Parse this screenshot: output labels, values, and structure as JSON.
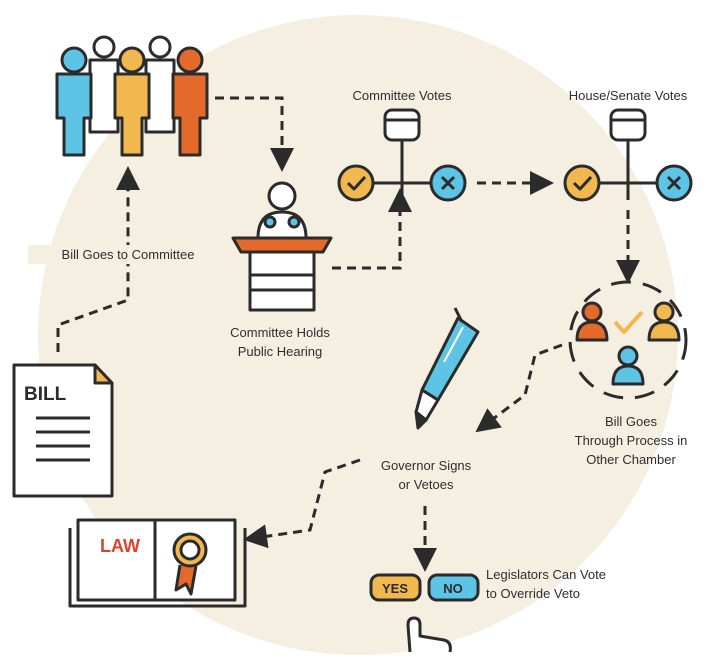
{
  "colors": {
    "outline": "#2b2b2b",
    "blue": "#5ec4e6",
    "gold": "#f0b84f",
    "orange": "#e46a2c",
    "red": "#d9442b",
    "paper": "#ffffff",
    "backdrop": "#f5efe2"
  },
  "labels": {
    "committee_votes": "Committee Votes",
    "house_senate_votes": "House/Senate Votes",
    "bill_to_committee": "Bill Goes to Committee",
    "public_hearing_1": "Committee Holds",
    "public_hearing_2": "Public Hearing",
    "other_chamber_1": "Bill Goes",
    "other_chamber_2": "Through Process in",
    "other_chamber_3": "Other Chamber",
    "governor_1": "Governor Signs",
    "governor_2": "or Vetoes",
    "override_1": "Legislators Can Vote",
    "override_2": "to Override Veto"
  },
  "icons": {
    "bill_word": "BILL",
    "law_word": "LAW",
    "yes_word": "YES",
    "no_word": "NO"
  }
}
